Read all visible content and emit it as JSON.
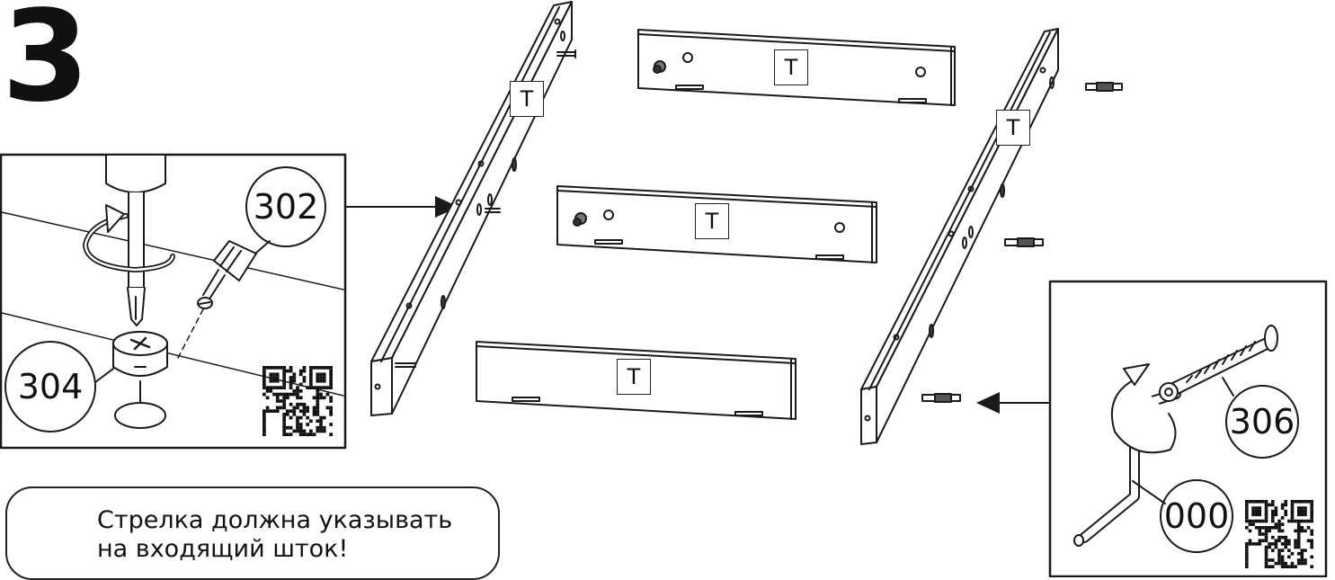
{
  "step": {
    "number": "3"
  },
  "panels": {
    "left_detail": {
      "callout_302": "302",
      "callout_304": "304"
    },
    "right_detail": {
      "callout_306": "306",
      "callout_000": "000"
    }
  },
  "boards": {
    "label_left_post": "T",
    "label_top_rail": "T",
    "label_middle_rail": "T",
    "label_bottom_rail": "T",
    "label_right_post": "T"
  },
  "note": {
    "line1": "Стрелка должна указывать",
    "line2": "на входящий шток!"
  },
  "icons": [
    "screwdriver-icon",
    "cam-lock-icon",
    "cam-bolt-icon",
    "allen-key-icon",
    "qr-code-icon",
    "rotation-arrow-icon"
  ]
}
